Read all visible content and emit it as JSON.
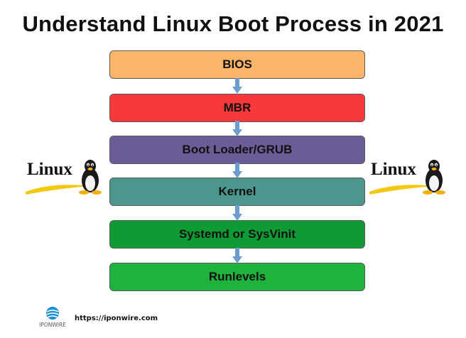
{
  "header": {
    "title": "Understand Linux Boot Process in 2021"
  },
  "stages": [
    {
      "label": "BIOS",
      "color": "#fbb56b"
    },
    {
      "label": "MBR",
      "color": "#f8393b"
    },
    {
      "label": "Boot Loader/GRUB",
      "color": "#6b5c97"
    },
    {
      "label": "Kernel",
      "color": "#4c968e"
    },
    {
      "label": "Systemd or SysVinit",
      "color": "#109a33"
    },
    {
      "label": "Runlevels",
      "color": "#1fb23d"
    }
  ],
  "arrow_color": "#6e9ccf",
  "logos": {
    "linux_text": "Linux"
  },
  "footer": {
    "brand": "IPONWIRE",
    "link": "https://iponwire.com"
  }
}
